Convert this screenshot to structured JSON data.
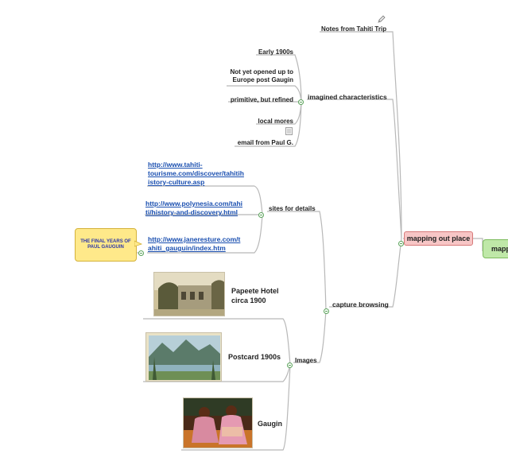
{
  "central": {
    "label": "mapping out place",
    "toggle_icon": "collapse-toggle-icon",
    "color": "#f7c6c6"
  },
  "root": {
    "label": "mapp",
    "color": "#bfe8a8"
  },
  "top_branch": {
    "label": "Notes from Tahiti Trip",
    "icon": "pencil-note-icon"
  },
  "imagined": {
    "label": "imagined characteristics",
    "children": [
      {
        "label": "Early 1900s"
      },
      {
        "label": "Not yet opened up to\nEurope post Gaugin"
      },
      {
        "label": "primitive, but refined"
      },
      {
        "label": "local mores"
      },
      {
        "label": "email from Paul G.",
        "icon": "email-attachment-icon"
      }
    ]
  },
  "capture": {
    "label": "capture browsing",
    "sites": {
      "label": "sites for details",
      "links": [
        {
          "text": "http://www.tahiti-\ntourisme.com/discover/tahitih\nistory-culture.asp"
        },
        {
          "text": "http://www.polynesia.com/tahi\nti/history-and-discovery.html"
        },
        {
          "text": "http://www.janeresture.com/t\nahiti_gauguin/index.htm"
        }
      ],
      "callout": "THE FINAL YEARS OF\nPAUL GAUGUIN"
    },
    "images": {
      "label": "Images",
      "items": [
        {
          "label": "Papeete Hotel\ncirca 1900"
        },
        {
          "label": "Postcard 1900s"
        },
        {
          "label": "Gaugin"
        }
      ]
    }
  }
}
